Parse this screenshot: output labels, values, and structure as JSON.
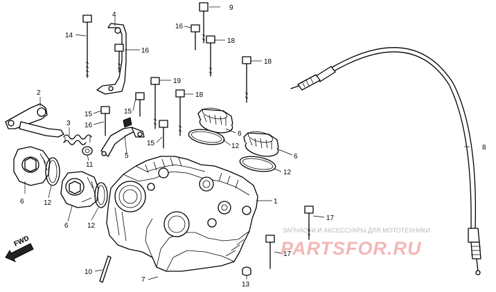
{
  "watermark": {
    "caption": "ЗАПЧАСТИ И АКСЕССУАРЫ ДЛЯ МОТОТЕХНИКИ",
    "logo": "PARTSFOR.RU"
  },
  "direction_label": "FWD",
  "callouts": [
    {
      "id": "c1",
      "text": "1"
    },
    {
      "id": "c2",
      "text": "2"
    },
    {
      "id": "c3",
      "text": "3"
    },
    {
      "id": "c4",
      "text": "4"
    },
    {
      "id": "c5",
      "text": "5"
    },
    {
      "id": "c6a",
      "text": "6"
    },
    {
      "id": "c6b",
      "text": "6"
    },
    {
      "id": "c6c",
      "text": "6"
    },
    {
      "id": "c6d",
      "text": "6"
    },
    {
      "id": "c7",
      "text": "7"
    },
    {
      "id": "c8",
      "text": "8"
    },
    {
      "id": "c9",
      "text": "9"
    },
    {
      "id": "c10",
      "text": "10"
    },
    {
      "id": "c11",
      "text": "11"
    },
    {
      "id": "c12a",
      "text": "12"
    },
    {
      "id": "c12b",
      "text": "12"
    },
    {
      "id": "c12c",
      "text": "12"
    },
    {
      "id": "c12d",
      "text": "12"
    },
    {
      "id": "c13",
      "text": "13"
    },
    {
      "id": "c14",
      "text": "14"
    },
    {
      "id": "c15a",
      "text": "15"
    },
    {
      "id": "c15b",
      "text": "15"
    },
    {
      "id": "c15c",
      "text": "15"
    },
    {
      "id": "c16a",
      "text": "16"
    },
    {
      "id": "c16b",
      "text": "16"
    },
    {
      "id": "c16c",
      "text": "16"
    },
    {
      "id": "c17a",
      "text": "17"
    },
    {
      "id": "c17b",
      "text": "17"
    },
    {
      "id": "c18a",
      "text": "18"
    },
    {
      "id": "c18b",
      "text": "18"
    },
    {
      "id": "c18c",
      "text": "18"
    },
    {
      "id": "c19",
      "text": "19"
    }
  ]
}
